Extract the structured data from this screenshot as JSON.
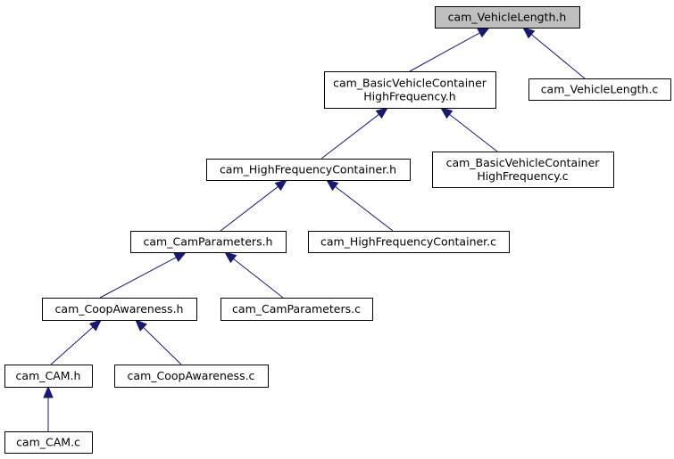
{
  "graph": {
    "nodes": [
      {
        "id": "vehicle_length_h",
        "lines": [
          "cam_VehicleLength.h"
        ],
        "root": true
      },
      {
        "id": "basic_hf_h",
        "lines": [
          "cam_BasicVehicleContainer",
          "HighFrequency.h"
        ]
      },
      {
        "id": "vehicle_length_c",
        "lines": [
          "cam_VehicleLength.c"
        ]
      },
      {
        "id": "hf_container_h",
        "lines": [
          "cam_HighFrequencyContainer.h"
        ]
      },
      {
        "id": "basic_hf_c",
        "lines": [
          "cam_BasicVehicleContainer",
          "HighFrequency.c"
        ]
      },
      {
        "id": "cam_parameters_h",
        "lines": [
          "cam_CamParameters.h"
        ]
      },
      {
        "id": "hf_container_c",
        "lines": [
          "cam_HighFrequencyContainer.c"
        ]
      },
      {
        "id": "coop_awareness_h",
        "lines": [
          "cam_CoopAwareness.h"
        ]
      },
      {
        "id": "cam_parameters_c",
        "lines": [
          "cam_CamParameters.c"
        ]
      },
      {
        "id": "cam_h",
        "lines": [
          "cam_CAM.h"
        ]
      },
      {
        "id": "coop_awareness_c",
        "lines": [
          "cam_CoopAwareness.c"
        ]
      },
      {
        "id": "cam_c",
        "lines": [
          "cam_CAM.c"
        ]
      }
    ],
    "edges": [
      {
        "from": "basic_hf_h",
        "to": "vehicle_length_h"
      },
      {
        "from": "vehicle_length_c",
        "to": "vehicle_length_h"
      },
      {
        "from": "hf_container_h",
        "to": "basic_hf_h"
      },
      {
        "from": "basic_hf_c",
        "to": "basic_hf_h"
      },
      {
        "from": "cam_parameters_h",
        "to": "hf_container_h"
      },
      {
        "from": "hf_container_c",
        "to": "hf_container_h"
      },
      {
        "from": "coop_awareness_h",
        "to": "cam_parameters_h"
      },
      {
        "from": "cam_parameters_c",
        "to": "cam_parameters_h"
      },
      {
        "from": "cam_h",
        "to": "coop_awareness_h"
      },
      {
        "from": "coop_awareness_c",
        "to": "coop_awareness_h"
      },
      {
        "from": "cam_c",
        "to": "cam_h"
      }
    ]
  }
}
